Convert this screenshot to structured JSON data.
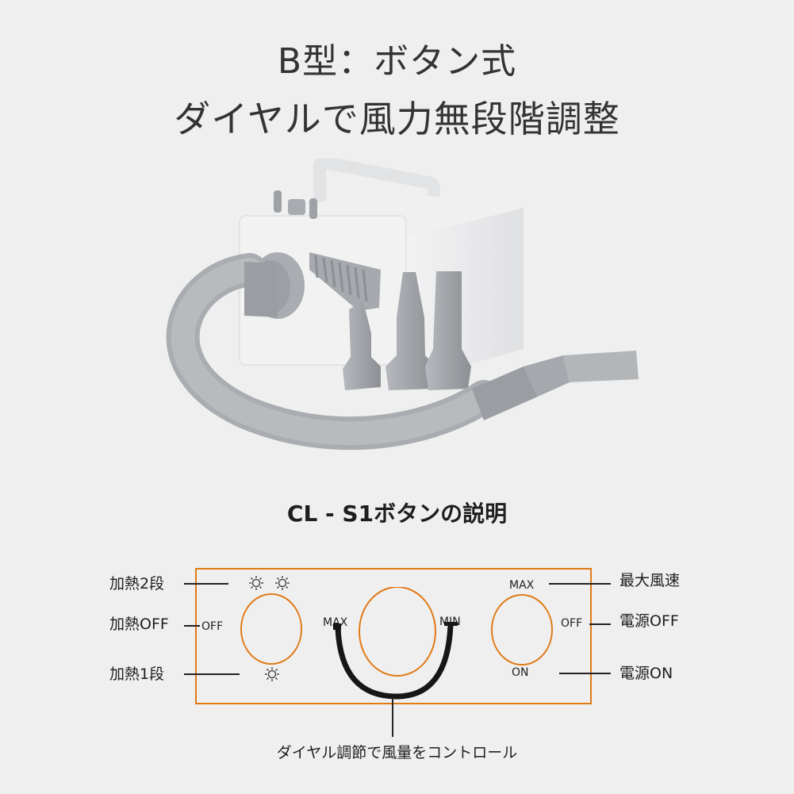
{
  "header": {
    "title_line1": "B型：ボタン式",
    "title_line2": "ダイヤルで風力無段階調整"
  },
  "product_image": {
    "description": "pet-dryer-blower-with-hose-and-nozzles",
    "colors": {
      "body": "#e9eaeb",
      "parts": "#9c9fa3",
      "hose": "#a8abaf"
    }
  },
  "panel_section": {
    "title": "CL - S1ボタンの説明",
    "border_color": "#e07a16",
    "left_labels": [
      "加熱2段",
      "加熱OFF",
      "加熱1段"
    ],
    "left_dial": {
      "off_label": "OFF",
      "icons": [
        "sun-icon",
        "sun-icon",
        "sun-icon"
      ]
    },
    "center_dial": {
      "max_label": "MAX",
      "min_label": "MIN"
    },
    "right_dial": {
      "max_label": "MAX",
      "off_label": "OFF",
      "on_label": "ON"
    },
    "right_labels": [
      "最大風速",
      "電源OFF",
      "電源ON"
    ],
    "caption": "ダイヤル調節で風量をコントロール"
  }
}
